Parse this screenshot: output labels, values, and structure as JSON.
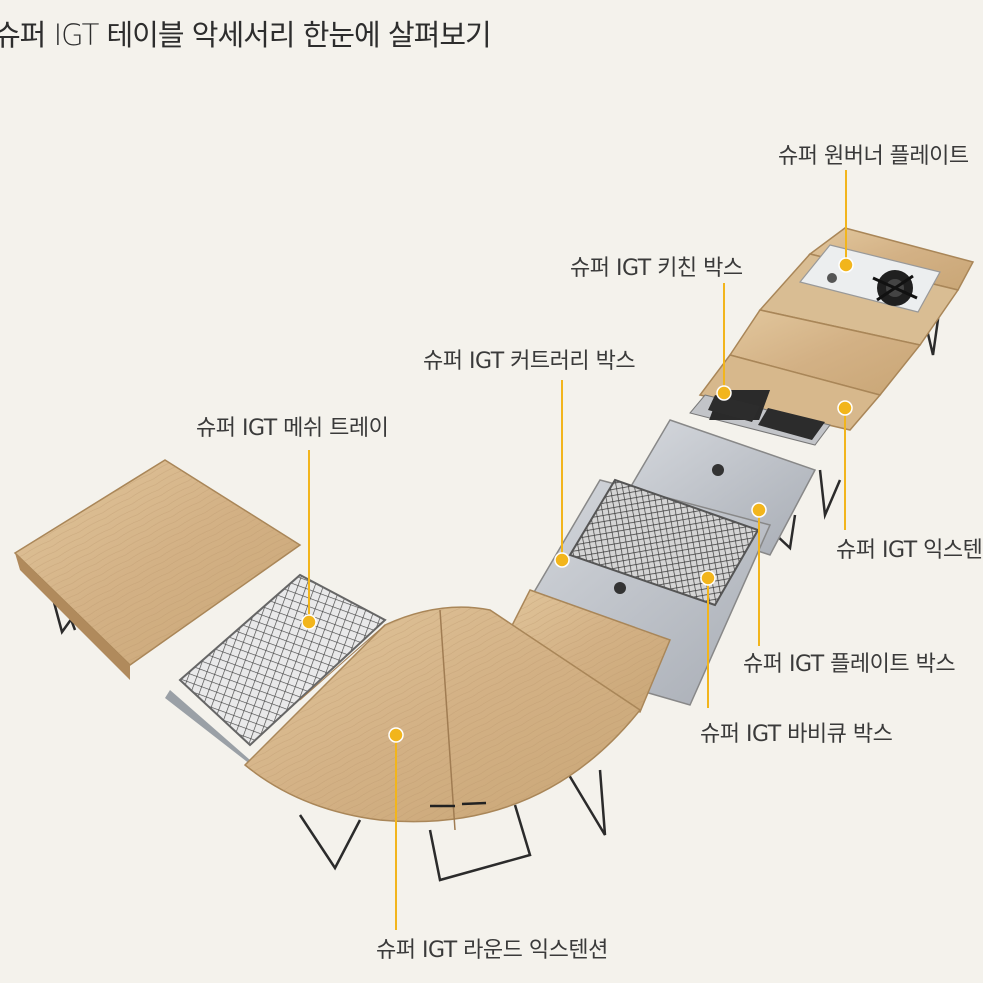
{
  "title": "슈퍼 IGT 테이블 악세서리 한눈에 살펴보기",
  "labels": {
    "one_burner_plate": "슈퍼 원버너 플레이트",
    "kitchen_box": "슈퍼 IGT 키친 박스",
    "cutlery_box": "슈퍼 IGT 커트러리 박스",
    "mesh_tray": "슈퍼 IGT 메쉬 트레이",
    "extension": "슈퍼 IGT 익스텐션",
    "plate_box": "슈퍼 IGT 플레이트 박스",
    "bbq_box": "슈퍼 IGT 바비큐 박스",
    "round_extension": "슈퍼 IGT 라운드 익스텐션"
  },
  "colors": {
    "background": "#f4f2ec",
    "marker": "#f2b51c",
    "wood": "#d8b98d",
    "steel": "#b9bdc4"
  }
}
